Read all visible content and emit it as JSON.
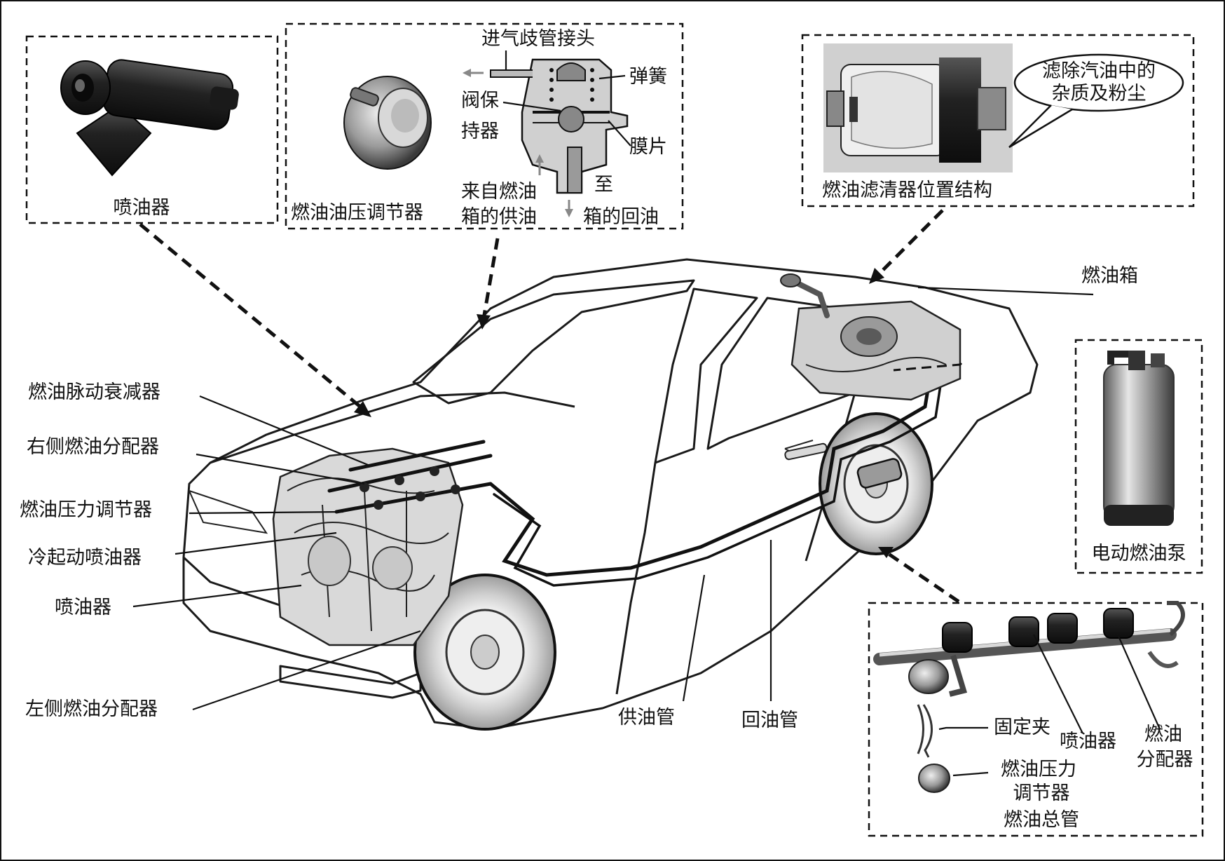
{
  "injector_box": {
    "caption": "喷油器"
  },
  "regulator_box": {
    "caption": "燃油油压调节器",
    "manifold_connector": "进气歧管接头",
    "spring": "弹簧",
    "valve_holder_line1": "阀保",
    "valve_holder_line2": "持器",
    "diaphragm": "膜片",
    "supply_line1": "来自燃油",
    "supply_line2": "箱的供油",
    "return_line1": "至",
    "return_line2": "箱的回油"
  },
  "filter_box": {
    "caption": "燃油滤清器位置结构",
    "callout_line1": "滤除汽油中的",
    "callout_line2": "杂质及粉尘"
  },
  "pump_box": {
    "caption": "电动燃油泵"
  },
  "rail_box": {
    "clip": "固定夹",
    "injector": "喷油器",
    "rail_line1": "燃油",
    "rail_line2": "分配器",
    "regulator_line1": "燃油压力",
    "regulator_line2": "调节器",
    "caption": "燃油总管"
  },
  "car_labels": {
    "fuel_tank": "燃油箱",
    "pulsation_damper": "燃油脉动衰减器",
    "right_rail": "右侧燃油分配器",
    "pressure_regulator": "燃油压力调节器",
    "cold_start_injector": "冷起动喷油器",
    "injector": "喷油器",
    "left_rail": "左侧燃油分配器",
    "supply_pipe": "供油管",
    "return_pipe": "回油管"
  },
  "colors": {
    "car_shade": "#bdbdbd",
    "car_dark": "#8a8a8a",
    "line": "#111111"
  }
}
